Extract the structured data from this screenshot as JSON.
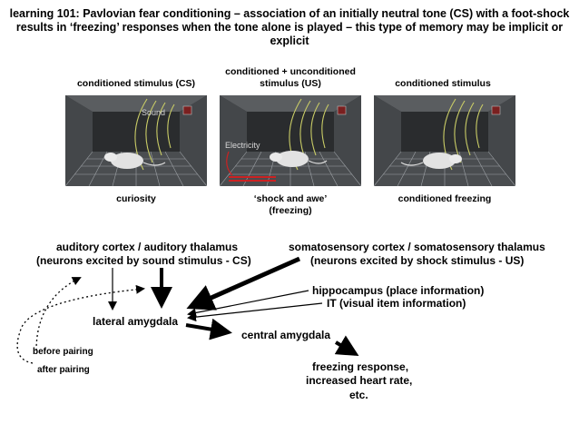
{
  "title": "learning 101: Pavlovian fear conditioning – association of an initially neutral tone (CS) with a foot-shock results in ‘freezing’ responses when the tone alone is played – this type of memory may be implicit or explicit",
  "panels": [
    {
      "caption": "conditioned stimulus (CS)",
      "sub_caption": "curiosity",
      "overlay_text": "Sound"
    },
    {
      "caption": "conditioned + unconditioned stimulus (US)",
      "sub_caption": "‘shock and awe’ (freezing)",
      "overlay_text": "Electricity"
    },
    {
      "caption": "conditioned stimulus",
      "sub_caption": "conditioned freezing",
      "overlay_text": ""
    }
  ],
  "diagram": {
    "auditory_line1": "auditory cortex / auditory thalamus",
    "auditory_line2": "(neurons excited by sound stimulus - CS)",
    "somato_line1": "somatosensory cortex / somatosensory thalamus",
    "somato_line2": "(neurons excited by shock stimulus - US)",
    "hippocampus": "hippocampus (place information)",
    "it": "IT (visual item information)",
    "lateral_amygdala": "lateral amygdala",
    "central_amygdala": "central amygdala",
    "output_line1": "freezing response,",
    "output_line2": "increased heart rate,",
    "output_line3": "etc.",
    "before_pairing": "before pairing",
    "after_pairing": "after pairing"
  }
}
